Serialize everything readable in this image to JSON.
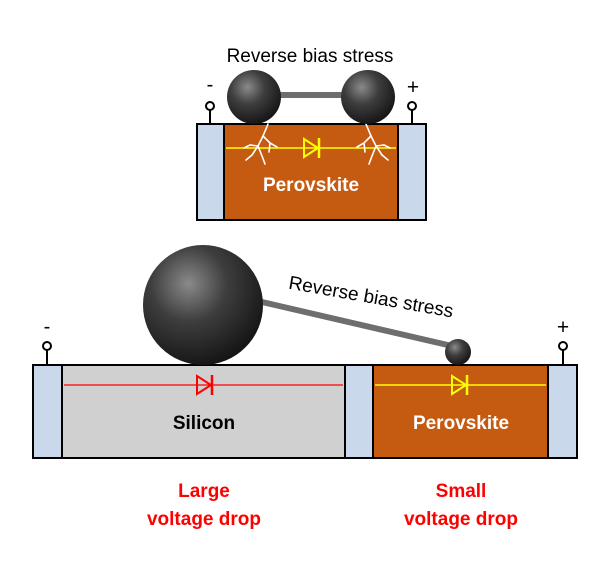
{
  "top_panel": {
    "stress_label": "Reverse bias stress",
    "layer_label": "Perovskite",
    "minus_sign": "-",
    "plus_sign": "+"
  },
  "bottom_panel": {
    "stress_label": "Reverse bias stress",
    "silicon_label": "Silicon",
    "perovskite_label": "Perovskite",
    "minus_sign": "-",
    "plus_sign": "+",
    "large_drop_line1": "Large",
    "large_drop_line2": "voltage drop",
    "small_drop_line1": "Small",
    "small_drop_line2": "voltage drop"
  },
  "colors": {
    "perovskite": "#c55a11",
    "silicon": "#d0d0d0",
    "electrode": "#c9d9eb",
    "diode_perovskite": "#ffff00",
    "diode_silicon": "#ff0000",
    "annotation_red": "#ff0000",
    "sphere_dark": "#333333"
  }
}
